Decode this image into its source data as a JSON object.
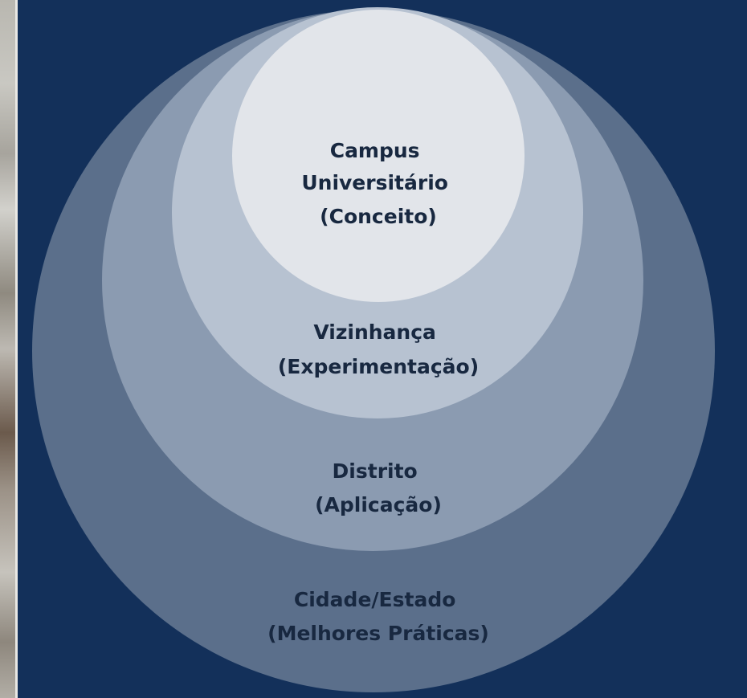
{
  "diagram": {
    "background_color": "#13305a",
    "levels": [
      {
        "lines": [
          "Cidade/Estado",
          "(Melhores Práticas)"
        ],
        "color": "#5b6f8b"
      },
      {
        "lines": [
          "Distrito",
          "(Aplicação)"
        ],
        "color": "#8b9bb1"
      },
      {
        "lines": [
          "Vizinhança",
          "(Experimentação)"
        ],
        "color": "#b7c2d1"
      },
      {
        "lines": [
          "Campus",
          "Universitário",
          "(Conceito)"
        ],
        "color": "#e2e5ea"
      }
    ]
  }
}
